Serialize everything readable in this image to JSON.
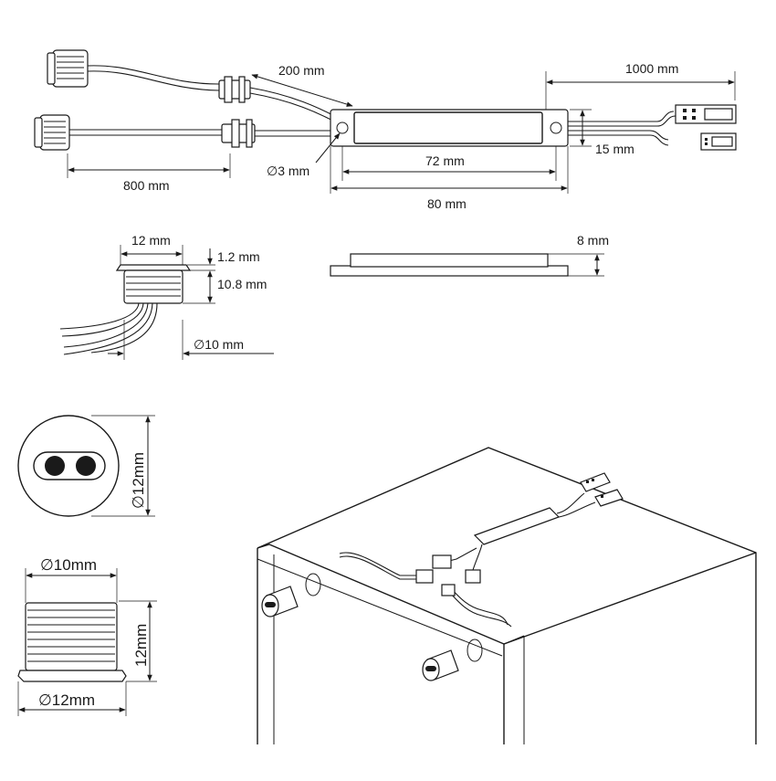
{
  "labels": {
    "cable_sensor": "200 mm",
    "cable_output": "1000 mm",
    "cable_input": "800 mm",
    "hole": "∅3 mm",
    "inner_length": "72 mm",
    "total_length": "80 mm",
    "height": "15 mm",
    "thickness": "8 mm",
    "sensor_width": "12 mm",
    "sensor_rim": "1.2 mm",
    "sensor_body": "10.8 mm",
    "sensor_diameter": "∅10 mm",
    "front_diameter": "∅12mm",
    "side_top": "∅10mm",
    "side_height": "12mm",
    "side_bottom": "∅12mm"
  }
}
